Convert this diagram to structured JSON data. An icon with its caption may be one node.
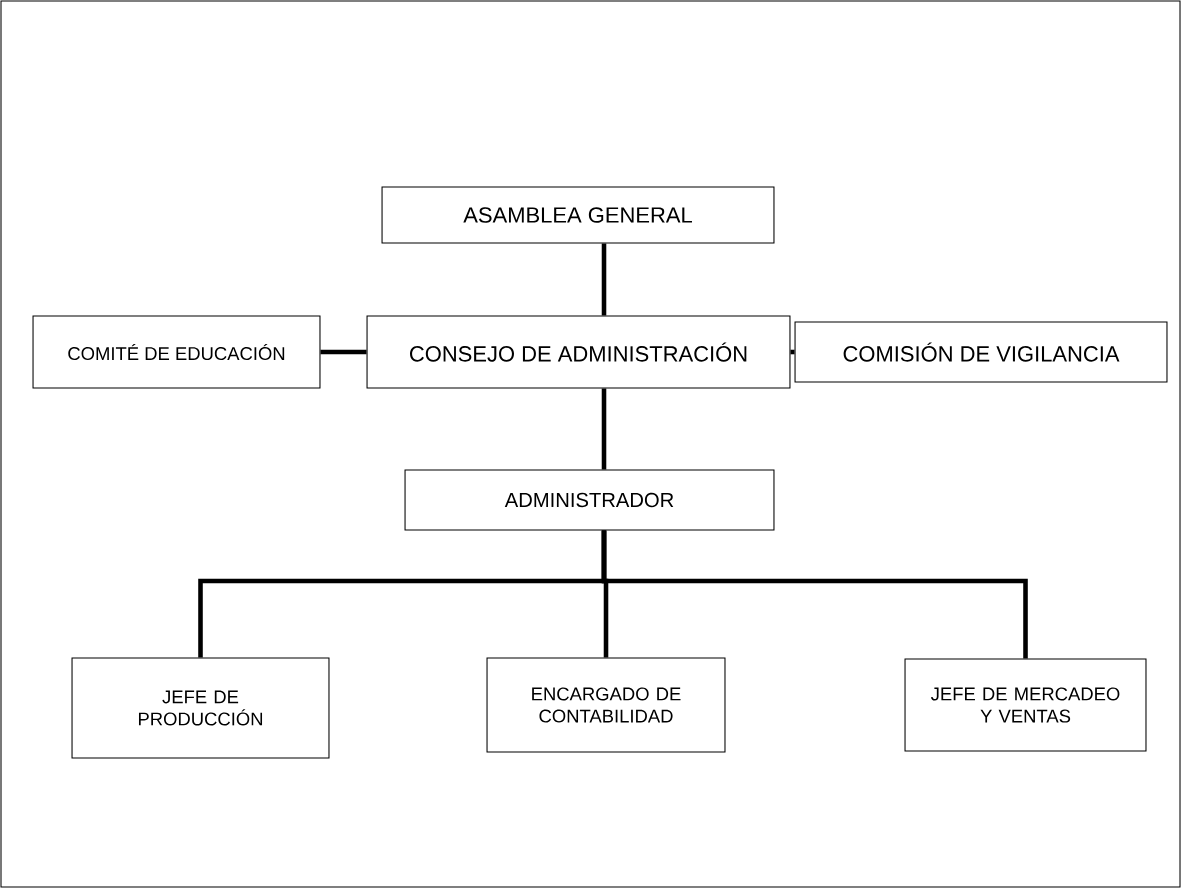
{
  "diagram": {
    "nodes": [
      {
        "text": [
          "ASAMBLEA GENERAL"
        ]
      },
      {
        "text": [
          "COMITÉ DE EDUCACIÓN"
        ]
      },
      {
        "text": [
          "CONSEJO DE ADMINISTRACIÓN"
        ]
      },
      {
        "text": [
          "COMISIÓN DE VIGILANCIA"
        ]
      },
      {
        "text": [
          "ADMINISTRADOR"
        ]
      },
      {
        "text": [
          "JEFE DE PRODUCCIÓN"
        ]
      },
      {
        "text": [
          "ENCARGADO DE CONTABILIDAD"
        ]
      },
      {
        "text": [
          "JEFE DE MERCADEO Y VENTAS"
        ]
      }
    ],
    "edges": [
      {
        "from": 0,
        "to": 2,
        "arrow": "none"
      },
      {
        "from": 2,
        "to": 1,
        "arrow": "none"
      },
      {
        "from": 2,
        "to": 3,
        "arrow": "none"
      },
      {
        "from": 2,
        "to": 4,
        "arrow": "none"
      },
      {
        "from": 4,
        "to": 5,
        "arrow": "none"
      },
      {
        "from": 4,
        "to": 6,
        "arrow": "none"
      },
      {
        "from": 4,
        "to": 7,
        "arrow": "none"
      }
    ]
  }
}
